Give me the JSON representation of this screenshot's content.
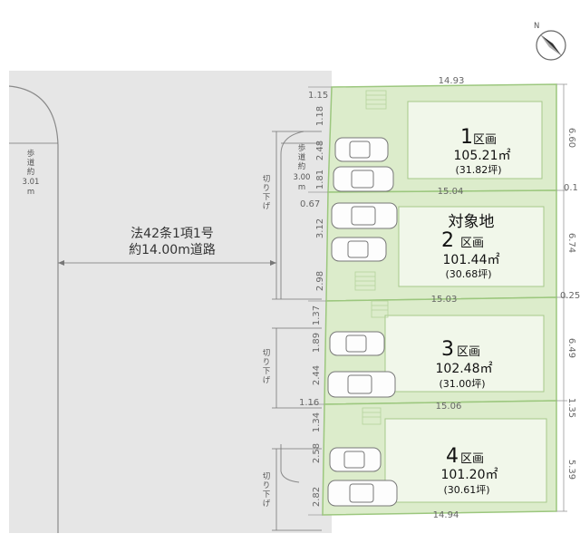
{
  "road": {
    "line1": "法42条1項1号",
    "line2": "約14.00m道路"
  },
  "sidewalk_left": {
    "c1": "歩",
    "c2": "道",
    "c3": "約",
    "width": "3.01",
    "unit": "m"
  },
  "sidewalk_right": {
    "c1": "歩",
    "c2": "道",
    "c3": "約",
    "width": "3.00",
    "unit": "m"
  },
  "curb_cut": {
    "c1": "切",
    "c2": "り",
    "c3": "下",
    "c4": "げ"
  },
  "compass_label": "N",
  "target_label": "対象地",
  "lots": [
    {
      "num": "1",
      "ku": "区画",
      "area": "105.21㎡",
      "tsubo": "(31.82坪)"
    },
    {
      "num": "2",
      "ku": "区画",
      "area": "101.44㎡",
      "tsubo": "(30.68坪)"
    },
    {
      "num": "3",
      "ku": "区画",
      "area": "102.48㎡",
      "tsubo": "(31.00坪)"
    },
    {
      "num": "4",
      "ku": "区画",
      "area": "101.20㎡",
      "tsubo": "(30.61坪)"
    }
  ],
  "dims_top": [
    "14.93",
    "15.04",
    "15.03",
    "15.06",
    "14.94"
  ],
  "dims_right": [
    "6.60",
    "0.1",
    "6.74",
    "0.25",
    "6.49",
    "1.35",
    "5.39"
  ],
  "dims_left": [
    "1.15",
    "1.18",
    "2.48",
    "1.81",
    "0.67",
    "3.12",
    "2.98",
    "1.37",
    "1.89",
    "2.44",
    "1.16",
    "1.34",
    "2.58",
    "2.82"
  ],
  "colors": {
    "road": "#e6e6e6",
    "lot_fill": "#dceccb",
    "lot_border": "#9cc77e",
    "house": "#f1f7ea"
  }
}
